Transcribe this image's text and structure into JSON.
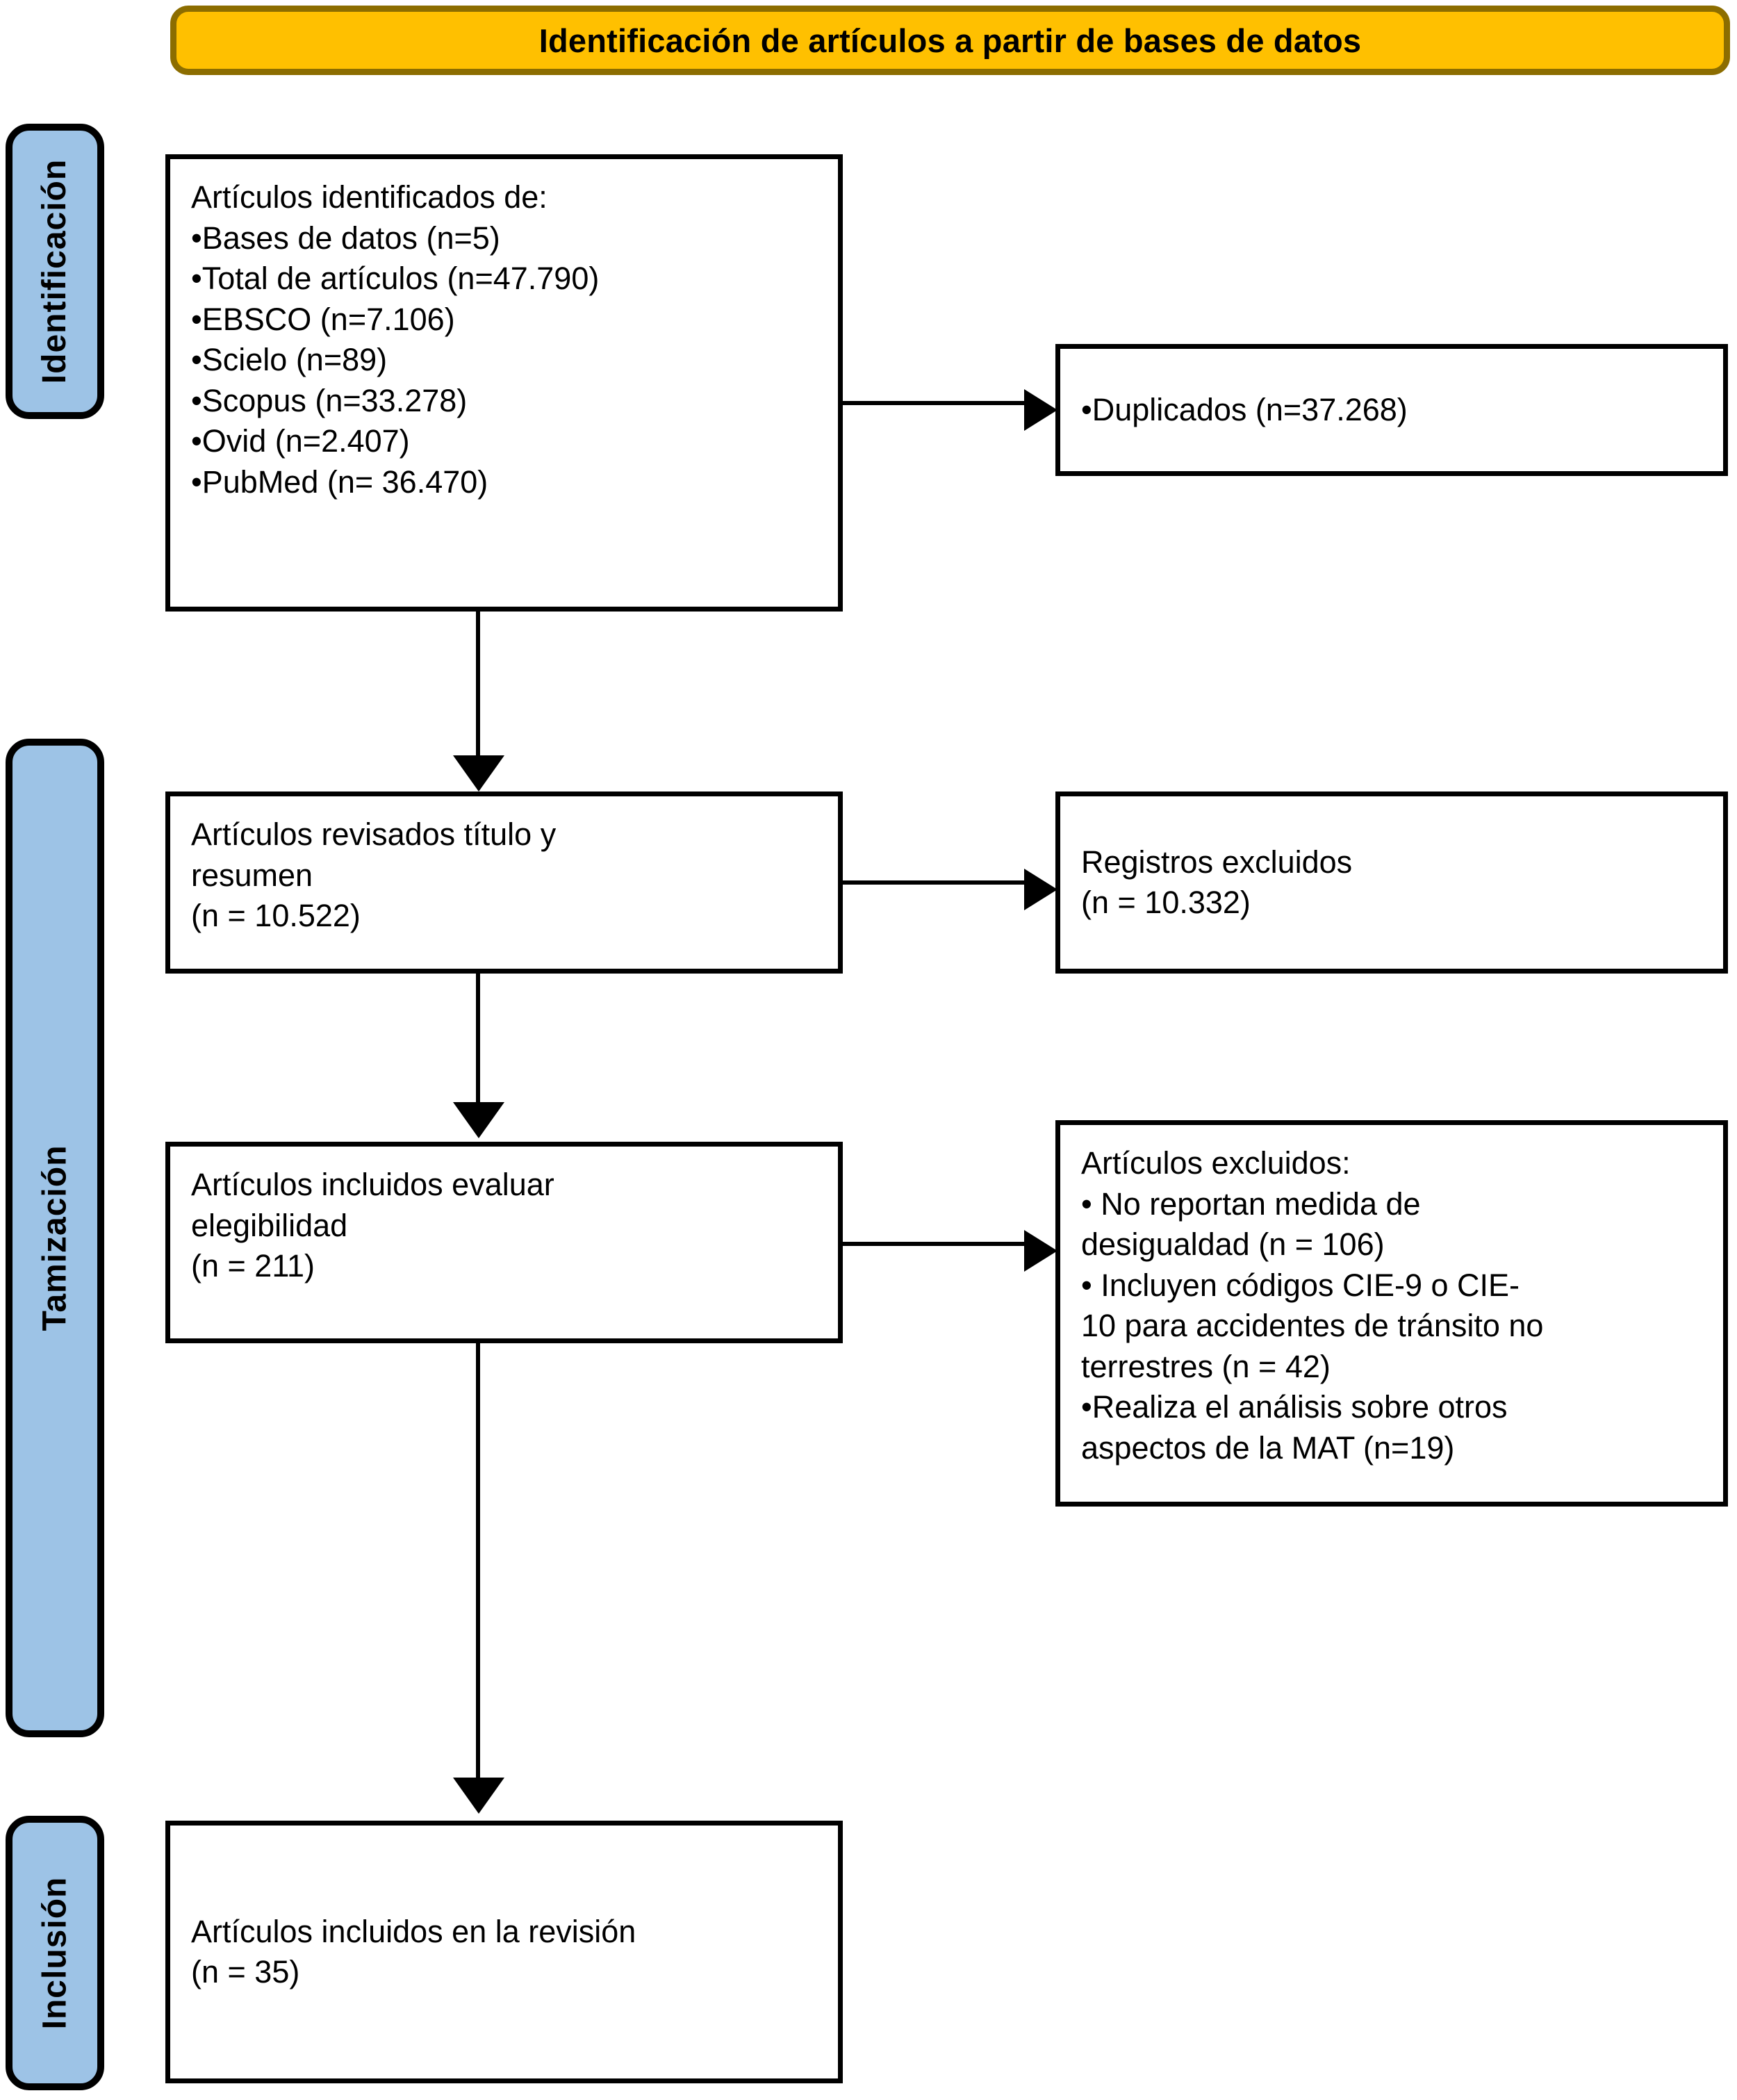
{
  "banner": {
    "title": "Identificación de artículos a partir de bases de datos"
  },
  "stages": {
    "identification": "Identificación",
    "screening": "Tamización",
    "inclusion": "Inclusión"
  },
  "boxes": {
    "identified": {
      "heading": "Artículos identificados de:",
      "lines": [
        "•Bases de datos (n=5)",
        "•Total de artículos (n=47.790)",
        "•EBSCO (n=7.106)",
        "•Scielo (n=89)",
        "•Scopus (n=33.278)",
        "•Ovid (n=2.407)",
        "•PubMed (n= 36.470)"
      ]
    },
    "duplicates": {
      "lines": [
        "•Duplicados (n=37.268)"
      ]
    },
    "screened": {
      "lines": [
        "Artículos revisados título y",
        "resumen",
        "(n = 10.522)"
      ]
    },
    "excluded_records": {
      "lines": [
        "Registros excluidos",
        "(n = 10.332)"
      ]
    },
    "eligibility": {
      "lines": [
        "Artículos incluidos evaluar",
        "elegibilidad",
        "(n = 211)"
      ]
    },
    "excluded_articles": {
      "heading": "Artículos excluidos:",
      "lines": [
        "• No reportan medida de",
        "desigualdad (n = 106)",
        "• Incluyen códigos CIE-9 o CIE-",
        "10 para accidentes de tránsito no",
        "terrestres (n = 42)",
        "•Realiza el análisis sobre otros",
        "aspectos de la MAT (n=19)"
      ]
    },
    "included": {
      "lines": [
        "Artículos incluidos en la revisión",
        "(n = 35)"
      ]
    }
  },
  "counts": {
    "databases": 5,
    "total_articles": 47790,
    "ebsco": 7106,
    "scielo": 89,
    "scopus": 33278,
    "ovid": 2407,
    "pubmed": 36470,
    "duplicates": 37268,
    "screened_title_abstract": 10522,
    "excluded_records": 10332,
    "eligibility_assessed": 211,
    "excluded_no_inequality_measure": 106,
    "excluded_icd_non_road": 42,
    "excluded_other_aspects_mat": 19,
    "included_in_review": 35
  },
  "colors": {
    "banner_fill": "#FFC000",
    "banner_border": "#8C6D00",
    "stage_fill": "#9DC3E6",
    "stage_border": "#000000",
    "box_border": "#000000",
    "background": "#FFFFFF"
  }
}
